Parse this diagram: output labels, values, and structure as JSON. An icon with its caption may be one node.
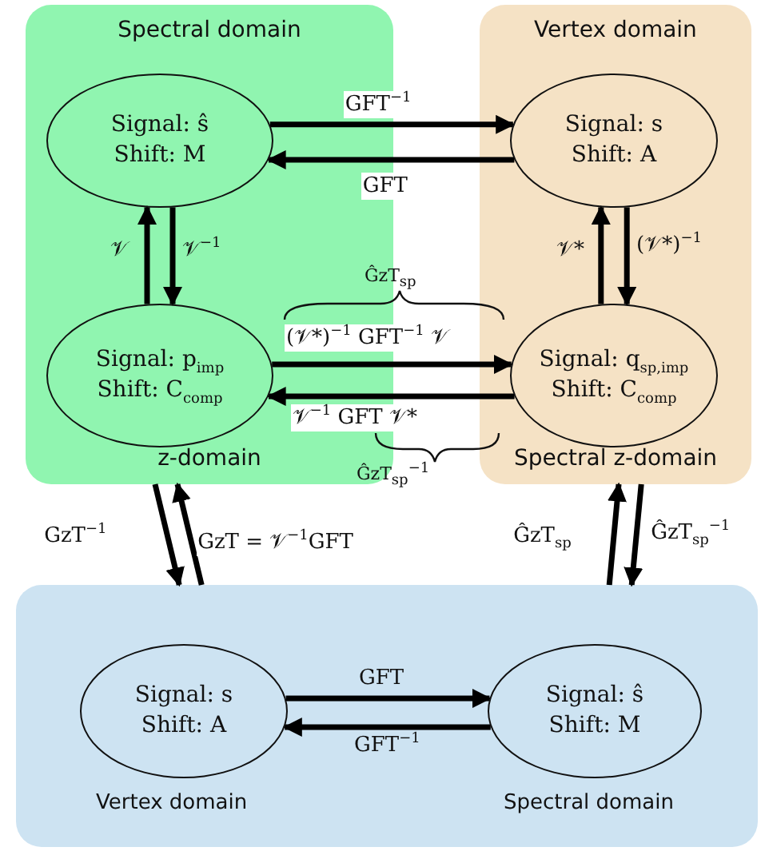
{
  "diagram": {
    "nodes": [
      {
        "text": [
          "Spectral domain",
          "z-domain"
        ]
      },
      {
        "text": [
          "Signal: ŝ",
          "Shift: M"
        ],
        "in": 0
      },
      {
        "text": [
          "Signal: p$_{imp}$",
          "Shift: C$_{comp}$"
        ],
        "in": 0
      },
      {
        "text": [
          "Vertex domain",
          "Spectral z-domain"
        ]
      },
      {
        "text": [
          "Signal: s",
          "Shift: A"
        ],
        "in": 3
      },
      {
        "text": [
          "Signal: q$_{sp,imp}$",
          "Shift: C$_{comp}$"
        ],
        "in": 3
      },
      {
        "text": [],
        "shape": "box"
      },
      {
        "text": [
          "Signal: s",
          "Shift: A"
        ],
        "in": 6,
        "beside": [
          "Vertex domain"
        ]
      },
      {
        "text": [
          "Signal: ŝ",
          "Shift: M"
        ],
        "in": 6,
        "beside": [
          "Spectral domain"
        ]
      }
    ],
    "edges": [
      {
        "from": 1,
        "to": 4,
        "arrow": "to",
        "label": "GFT$^{−1}$"
      },
      {
        "from": 4,
        "to": 1,
        "arrow": "to",
        "label": "GFT"
      },
      {
        "from": 2,
        "to": 1,
        "arrow": "to",
        "label": "𝒱"
      },
      {
        "from": 1,
        "to": 2,
        "arrow": "to",
        "label": "𝒱$^{−1}$"
      },
      {
        "from": 5,
        "to": 4,
        "arrow": "to",
        "label": "𝒱*"
      },
      {
        "from": 4,
        "to": 5,
        "arrow": "to",
        "label": "(𝒱*)$^{−1}$"
      },
      {
        "from": 2,
        "to": 5,
        "arrow": "to",
        "label": "(𝒱*)$^{−1}$ GFT$^{−1}$ 𝒱"
      },
      {
        "from": 5,
        "to": 2,
        "arrow": "to",
        "label": "𝒱$^{−1}$ GFT 𝒱*"
      },
      {
        "from": 0,
        "to": 6,
        "arrow": "to",
        "label": "GzT$^{−1}$"
      },
      {
        "from": 6,
        "to": 0,
        "arrow": "to",
        "label": "GzT = 𝒱$^{−1}$GFT"
      },
      {
        "from": 6,
        "to": 3,
        "arrow": "to",
        "label": "ĜzT$_{sp}$"
      },
      {
        "from": 3,
        "to": 6,
        "arrow": "to",
        "label": "ĜzT$_{sp}$$^{−1}$"
      },
      {
        "from": 7,
        "to": 8,
        "arrow": "to",
        "label": "GFT"
      },
      {
        "from": 8,
        "to": 7,
        "arrow": "to",
        "label": "GFT$^{−1}$"
      }
    ],
    "labels": [
      "ĜzT$_{sp}$",
      "ĜzT$_{sp}$$^{−1}$"
    ]
  }
}
